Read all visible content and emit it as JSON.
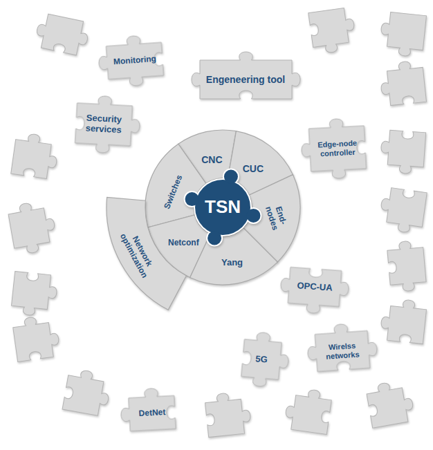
{
  "diagram": {
    "nodes": [
      {
        "text": [
          "Monitoring"
        ]
      },
      {
        "text": [
          "Engeneering tool"
        ]
      },
      {
        "text": [
          "Security services"
        ]
      },
      {
        "text": [
          "Edge-node controller"
        ]
      },
      {
        "text": [
          "CNC"
        ]
      },
      {
        "text": [
          "CUC"
        ]
      },
      {
        "text": [
          "Switches"
        ]
      },
      {
        "text": [
          "TSN"
        ]
      },
      {
        "text": [
          "End-nodes"
        ]
      },
      {
        "text": [
          "Netconf"
        ]
      },
      {
        "text": [
          "Network optimization"
        ]
      },
      {
        "text": [
          "Yang"
        ]
      },
      {
        "text": [
          "OPC-UA"
        ]
      },
      {
        "text": [
          "Wirelss networks"
        ]
      },
      {
        "text": [
          "5G"
        ]
      },
      {
        "text": [
          "DetNet"
        ]
      }
    ]
  }
}
